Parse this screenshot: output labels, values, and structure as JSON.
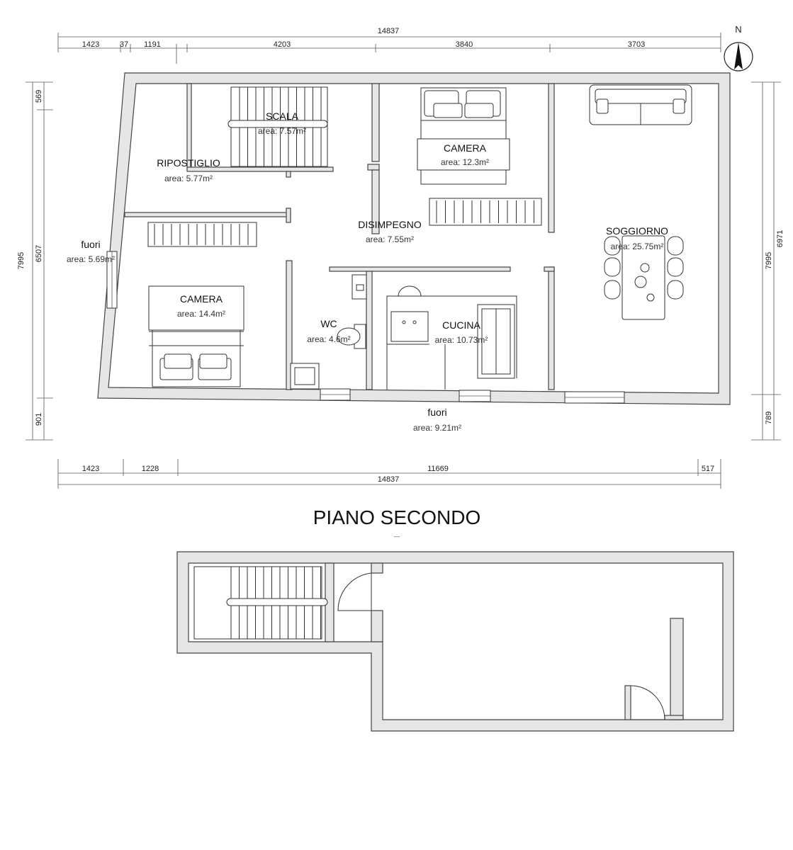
{
  "compass": {
    "label": "N"
  },
  "dimensions": {
    "top_total": "14837",
    "top_segments": [
      "1423",
      "37",
      "1191",
      "4203",
      "3840",
      "3703"
    ],
    "left_outer": "7995",
    "left_inner": "6507",
    "left_top": "569",
    "left_bottom": "901",
    "right_outer": "7995",
    "right_inner": "6971",
    "right_bottom": "789",
    "bottom_segments": [
      "1423",
      "1228",
      "11669",
      "517"
    ],
    "bottom_total": "14837"
  },
  "rooms": {
    "scala": {
      "name": "SCALA",
      "area": "area: 7.57m²"
    },
    "ripostiglio": {
      "name": "RIPOSTIGLIO",
      "area": "area: 5.77m²"
    },
    "camera_top": {
      "name": "CAMERA",
      "area": "area: 12.3m²"
    },
    "disimpegno": {
      "name": "DISIMPEGNO",
      "area": "area: 7.55m²"
    },
    "soggiorno": {
      "name": "SOGGIORNO",
      "area": "area: 25.75m²"
    },
    "fuori_left": {
      "name": "fuori",
      "area": "area: 5.69m²"
    },
    "camera_bottom": {
      "name": "CAMERA",
      "area": "area: 14.4m²"
    },
    "wc": {
      "name": "WC",
      "area": "area: 4.6m²"
    },
    "cucina": {
      "name": "CUCINA",
      "area": "area: 10.73m²"
    },
    "fuori_bottom": {
      "name": "fuori",
      "area": "area: 9.21m²"
    }
  },
  "second_floor": {
    "title": "PIANO SECONDO",
    "subtitle": "---"
  }
}
